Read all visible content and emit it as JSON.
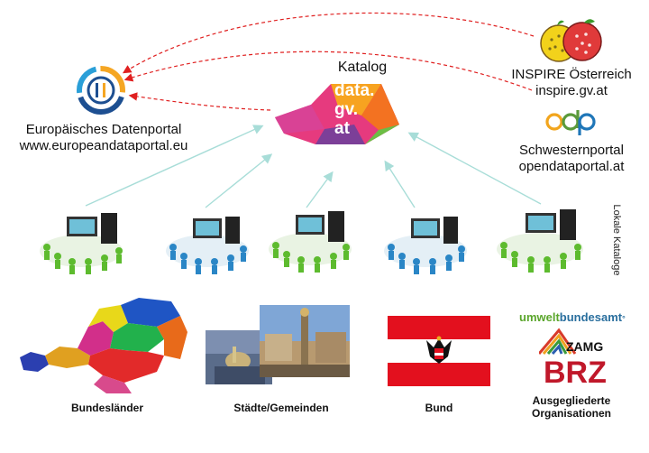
{
  "center": {
    "title": "Katalog",
    "logo_lines": [
      "data.",
      "gv.",
      "at"
    ]
  },
  "europe": {
    "name": "Europäisches Datenportal",
    "url": "www.europeandataportal.eu"
  },
  "inspire": {
    "name": "INSPIRE Österreich",
    "url": "inspire.gv.at"
  },
  "sister": {
    "logo_text": "odp",
    "name": "Schwesternportal",
    "url": "opendataportal.at"
  },
  "local_catalogs_label": "Lokale Kataloge",
  "providers": {
    "states": "Bundesländer",
    "cities": "Städte/Gemeinden",
    "federal": "Bund",
    "orgs_line1": "Ausgegliederte",
    "orgs_line2": "Organisationen",
    "umwelt_a": "umwelt",
    "umwelt_b": "bundesamt",
    "zamg": "ZAMG",
    "brz": "BRZ"
  },
  "colors": {
    "dashed_arrow": "#e02020",
    "solid_arrow": "#a8ddd8",
    "austria_red": "#e3101e"
  }
}
